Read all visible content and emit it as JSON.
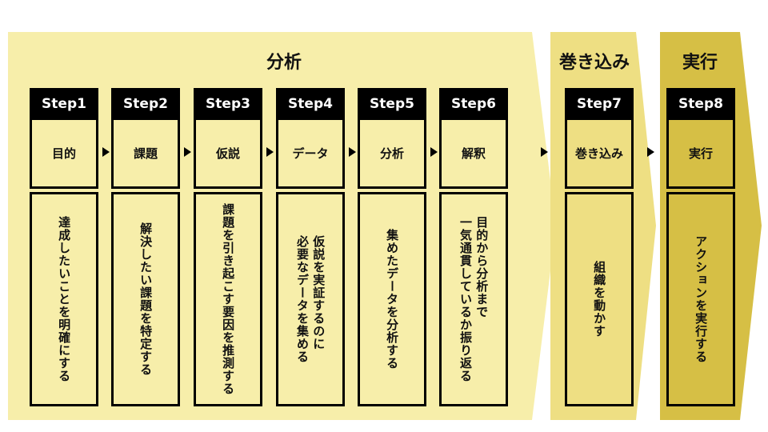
{
  "colors": {
    "analysis_bg": "#f7eeaa",
    "involve_bg": "#eedf83",
    "execute_bg": "#d6bf45",
    "box_analysis": "#f7eeaa",
    "box_involve": "#eedf83",
    "box_execute": "#d6bf45"
  },
  "phases": {
    "analysis": "分析",
    "involve": "巻き込み",
    "execute": "実行"
  },
  "steps": [
    {
      "label": "Step1",
      "name": "目的",
      "desc": "達成したいことを明確にする"
    },
    {
      "label": "Step2",
      "name": "課題",
      "desc": "解決したい課題を特定する"
    },
    {
      "label": "Step3",
      "name": "仮説",
      "desc": "課題を引き起こす要因を推測する"
    },
    {
      "label": "Step4",
      "name": "データ",
      "desc_lines": [
        "仮説を実証するのに",
        "必要なデータを集める"
      ]
    },
    {
      "label": "Step5",
      "name": "分析",
      "desc": "集めたデータを分析する"
    },
    {
      "label": "Step6",
      "name": "解釈",
      "desc_lines": [
        "目的から分析まで",
        "一気通貫しているか振り返る"
      ]
    },
    {
      "label": "Step7",
      "name": "巻き込み",
      "desc": "組織を動かす"
    },
    {
      "label": "Step8",
      "name": "実行",
      "desc": "アクションを実行する"
    }
  ]
}
